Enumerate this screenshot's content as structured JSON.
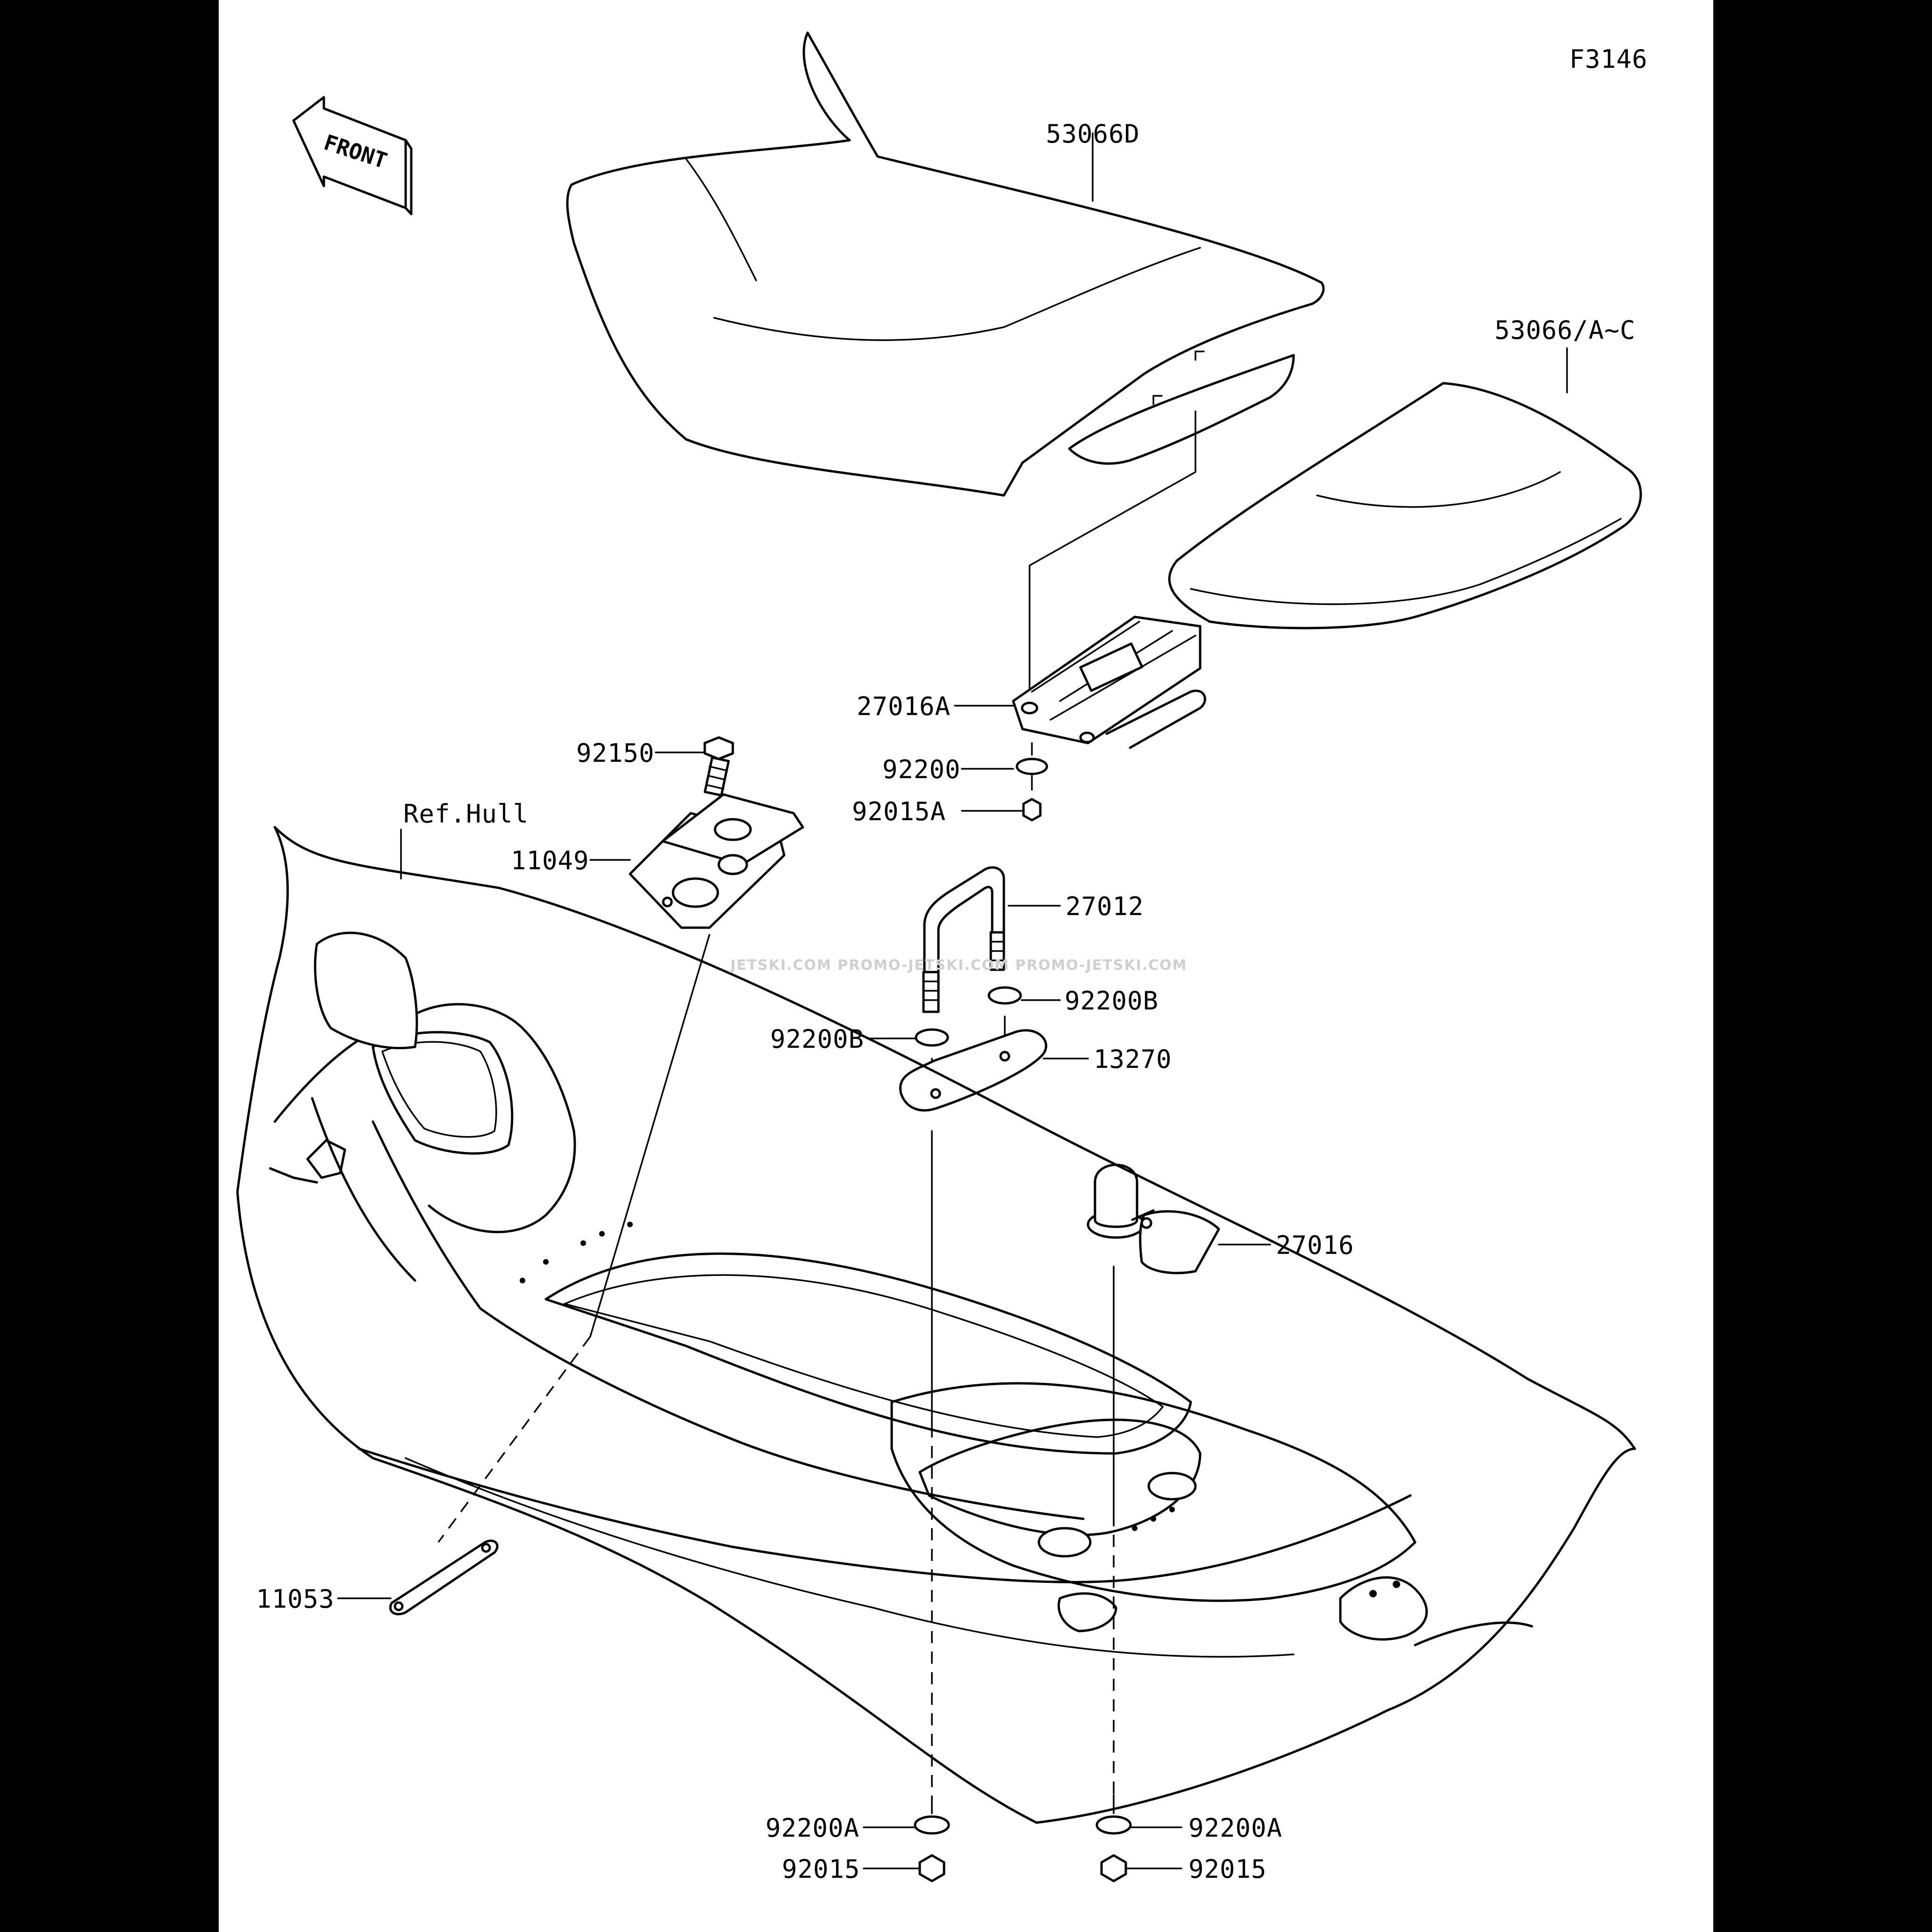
{
  "figure_code": "F3146",
  "front_arrow_label": "FRONT",
  "watermark": "JETSKI.COM  PROMO-JETSKI.COM PROMO-JETSKI.COM",
  "reference_label": "Ref.Hull",
  "parts": [
    {
      "id": "p53066D",
      "number": "53066D"
    },
    {
      "id": "p53066AC",
      "number": "53066/A~C"
    },
    {
      "id": "p27016A",
      "number": "27016A"
    },
    {
      "id": "p92200",
      "number": "92200"
    },
    {
      "id": "p92015A",
      "number": "92015A"
    },
    {
      "id": "p92150",
      "number": "92150"
    },
    {
      "id": "p11049",
      "number": "11049"
    },
    {
      "id": "p27012",
      "number": "27012"
    },
    {
      "id": "p92200B_right",
      "number": "92200B"
    },
    {
      "id": "p92200B_left",
      "number": "92200B"
    },
    {
      "id": "p13270",
      "number": "13270"
    },
    {
      "id": "p27016",
      "number": "27016"
    },
    {
      "id": "p11053",
      "number": "11053"
    },
    {
      "id": "p92200A_left",
      "number": "92200A"
    },
    {
      "id": "p92200A_right",
      "number": "92200A"
    },
    {
      "id": "p92015_left",
      "number": "92015"
    },
    {
      "id": "p92015_right",
      "number": "92015"
    }
  ]
}
